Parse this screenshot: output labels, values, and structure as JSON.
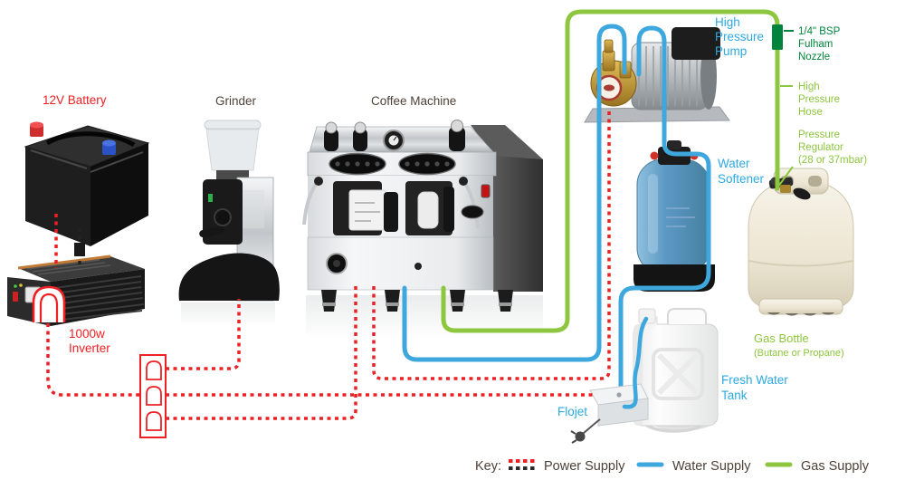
{
  "diagram": {
    "title_hint": "Coffee machine mobile installation schematic",
    "components": {
      "battery": {
        "label": "12V Battery"
      },
      "grinder": {
        "label": "Grinder"
      },
      "coffee_machine": {
        "label": "Coffee Machine"
      },
      "inverter": {
        "label_lines": [
          "1000w",
          "Inverter"
        ]
      },
      "high_pressure_pump": {
        "label_lines": [
          "High",
          "Pressure",
          "Pump"
        ]
      },
      "fulham_nozzle": {
        "label_lines": [
          "1/4\" BSP",
          "Fulham",
          "Nozzle"
        ]
      },
      "high_pressure_hose": {
        "label_lines": [
          "High",
          "Pressure",
          "Hose"
        ]
      },
      "pressure_regulator": {
        "label_lines": [
          "Pressure",
          "Regulator",
          "(28 or 37mbar)"
        ]
      },
      "water_softener": {
        "label_lines": [
          "Water",
          "Softener"
        ]
      },
      "gas_bottle": {
        "label_lines": [
          "Gas Bottle",
          "(Butane or Propane)"
        ]
      },
      "fresh_water_tank": {
        "label_lines": [
          "Fresh Water",
          "Tank"
        ]
      },
      "flojet": {
        "label": "Flojet"
      }
    },
    "key": {
      "title": "Key:",
      "entries": [
        {
          "label": "Power Supply",
          "style": "red-black-dotted"
        },
        {
          "label": "Water Supply",
          "style": "blue-solid"
        },
        {
          "label": "Gas Supply",
          "style": "green-solid"
        }
      ]
    },
    "colors": {
      "power_supply_red": "#ed2024",
      "power_supply_black": "#2b2b2b",
      "water_supply_blue": "#3ea7de",
      "gas_supply_green": "#8dc63f",
      "dark_green_label": "#00843d",
      "blue_label": "#2da9e1",
      "heading_brown": "#4e4238"
    }
  }
}
